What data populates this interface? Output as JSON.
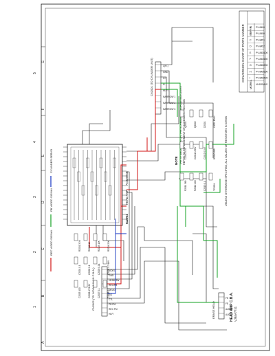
{
  "document": {
    "note_title": "NOTE",
    "note_lines": [
      "THE SYMBOL MARK ON THE SCHEMATIC DIAGRAM INDICATES",
      "REFER TO REPLACEMENT OF SCHEMATIC SECTION"
    ],
    "legend": [
      "REC VIDEO SIGNAL",
      "PB VIDEO SIGNAL",
      "CYLINDER SERVO"
    ],
    "conversion_chart": {
      "title": "CONVERSION CHART OF PARTS NUMBER",
      "col_model": "MODEL",
      "col_suffix": "SUFFIX",
      "rows": [
        {
          "model": "PV-8400",
          "suffix": "A"
        },
        {
          "model": "PV-8450",
          "suffix": "B"
        },
        {
          "model": "PV-8451",
          "suffix": "C"
        },
        {
          "model": "PV-8452",
          "suffix": "D"
        },
        {
          "model": "PV-84D100",
          "suffix": "E"
        },
        {
          "model": "PV-84D150",
          "suffix": "F"
        },
        {
          "model": "PV-84D200",
          "suffix": "G"
        },
        {
          "model": "PV-84D300",
          "suffix": "H"
        },
        {
          "model": "PV-84D400",
          "suffix": "I"
        },
        {
          "model": "VHS/SVHS",
          "suffix": "J"
        }
      ]
    },
    "board_title": "HEAD AMP C.B.A.",
    "board_code": "VJB4A7741",
    "footer_note": "UNLESS OTHERWISE SPECIFIED, ALL VALUES OF RESISTORS IN OHMS",
    "ic_main": "IC2001",
    "ic_main_name": "HEAD AMP",
    "ic_label": "AN3369SB",
    "cylinder_unit": "CN2001 (TO CYLINDER UNIT)",
    "cylinder_pins": [
      "L(H-)",
      "GND",
      "H+",
      "H-",
      "HI-FI",
      "NARROW 1",
      "NARROW 2",
      "NARROW 3"
    ],
    "main_connector": "CN2002 (TO Y/C/AM MAIN C.B.A.)",
    "main_pins": [
      "VIDEO",
      "GND",
      "HEAD SW",
      "REC/PB",
      "DELAY",
      "EQ",
      "CTL",
      "PB FM",
      "REC FM",
      "HI-FI"
    ],
    "erase_head": "ERASE HEAD",
    "erase_pins": [
      "FE",
      "FE",
      "AUDIO",
      "AUDIO"
    ],
    "components_left": [
      "R2001 3.3K",
      "R2002 1K",
      "R2003 10K",
      "R2004 22K",
      "C2001 0.1",
      "C2002 0.1",
      "C2003 0.01",
      "C2004 4.7/16V",
      "C2005 100",
      "C2006 47/6.3V",
      "C2007 0.1",
      "C2008 0.1"
    ],
    "components_right": [
      "Q2001",
      "Q2002",
      "D2001",
      "L2001 10uH",
      "C2010 0.01",
      "C2011 1/50V",
      "C2012 0.047",
      "R2010 680",
      "R2011 560",
      "R2012 100",
      "C2013 0.1",
      "TP2001"
    ],
    "grid_cols": [
      "A",
      "B",
      "C",
      "D",
      "E",
      "F",
      "G"
    ],
    "grid_rows": [
      "1",
      "2",
      "3",
      "4",
      "5"
    ],
    "colors": {
      "rec": "#d01010",
      "pb": "#10a020",
      "servo": "#1030c0",
      "line": "#111111"
    }
  }
}
